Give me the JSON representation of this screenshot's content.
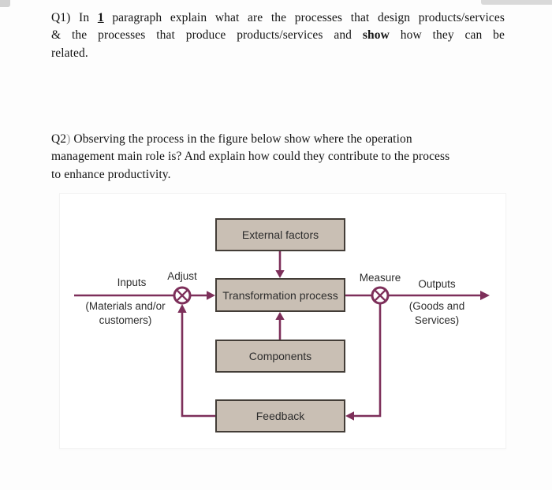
{
  "document": {
    "q1": {
      "line1": {
        "pre": "Q1) In ",
        "bold_num": "1",
        "post": " paragraph explain what are the processes that design products/services"
      },
      "line2": {
        "pre": "& the processes that produce products/services and ",
        "bold_word": "show",
        "post": " how they can be"
      },
      "line3": "related."
    },
    "q2": {
      "prefix": "Q2",
      "paren": ")",
      "line1_rest": " Observing the process in the figure below show where the operation",
      "line2": "management main role is? And explain how could they contribute to the process",
      "line3": "to enhance productivity."
    }
  },
  "figure": {
    "boxes": {
      "external_factors": "External factors",
      "transformation_process": "Transformation process",
      "components": "Components",
      "feedback": "Feedback"
    },
    "labels": {
      "inputs": "Inputs",
      "inputs_sub_line1": "(Materials and/or",
      "inputs_sub_line2": "customers)",
      "adjust": "Adjust",
      "measure": "Measure",
      "outputs": "Outputs",
      "outputs_sub_line1": "(Goods and",
      "outputs_sub_line2": "Services)"
    },
    "symbols": {
      "adjust_junction": "crossed-circle",
      "measure_junction": "crossed-circle"
    },
    "colors": {
      "box_fill": "#c9bfb4",
      "box_border": "#433d37",
      "arrow": "#7d2f5a",
      "box_text": "#2d2d2d"
    }
  }
}
